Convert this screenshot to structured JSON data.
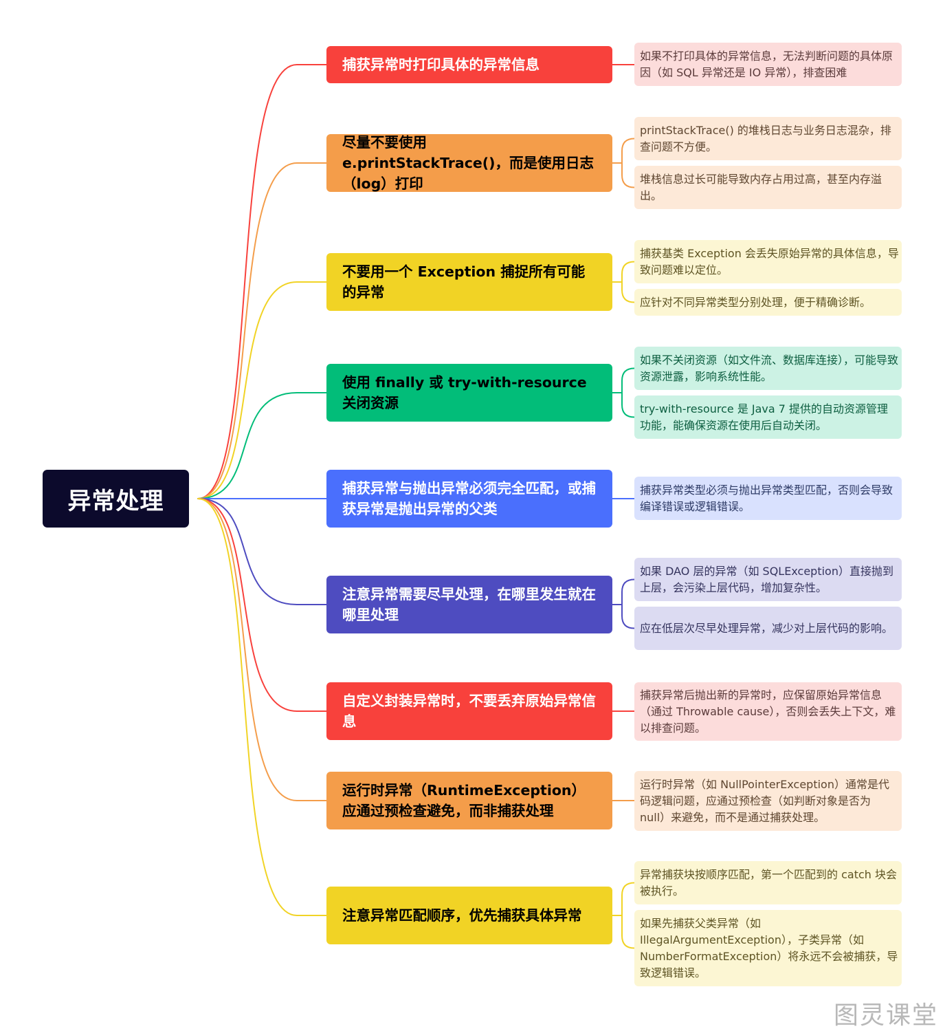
{
  "root": {
    "label": "异常处理",
    "color": "#0c0a2c"
  },
  "branches": [
    {
      "label": "捕获异常时打印具体的异常信息",
      "color": "#f8413c",
      "text_color": "#ffffff",
      "note_bg": "#fcdcdb",
      "note_text": "#5b3b3b",
      "notes": [
        "如果不打印具体的异常信息，无法判断问题的具体原因（如 SQL 异常还是 IO 异常），排查困难"
      ]
    },
    {
      "label": "尽量不要使用 e.printStackTrace()，而是使用日志（log）打印",
      "color": "#f49d4a",
      "text_color": "#000000",
      "note_bg": "#fde9d8",
      "note_text": "#5e4630",
      "notes": [
        "printStackTrace() 的堆栈日志与业务日志混杂，排查问题不方便。",
        "堆栈信息过长可能导致内存占用过高，甚至内存溢出。"
      ]
    },
    {
      "label": "不要用一个 Exception 捕捉所有可能的异常",
      "color": "#f1d325",
      "text_color": "#000000",
      "note_bg": "#fcf6d3",
      "note_text": "#5e5424",
      "notes": [
        "捕获基类 Exception 会丢失原始异常的具体信息，导致问题难以定位。",
        "应针对不同异常类型分别处理，便于精确诊断。"
      ]
    },
    {
      "label": "使用 finally 或 try-with-resource 关闭资源",
      "color": "#02bd79",
      "text_color": "#000000",
      "note_bg": "#ccf2e4",
      "note_text": "#0d5e40",
      "notes": [
        "如果不关闭资源（如文件流、数据库连接），可能导致资源泄露，影响系统性能。",
        "try-with-resource 是 Java 7 提供的自动资源管理功能，能确保资源在使用后自动关闭。"
      ]
    },
    {
      "label": "捕获异常与抛出异常必须完全匹配，或捕获异常是抛出异常的父类",
      "color": "#4a6ffd",
      "text_color": "#ffffff",
      "note_bg": "#d9e1fe",
      "note_text": "#2e3b66",
      "notes": [
        "捕获异常类型必须与抛出异常类型匹配，否则会导致编译错误或逻辑错误。"
      ]
    },
    {
      "label": "注意异常需要尽早处理，在哪里发生就在哪里处理",
      "color": "#4e4cc0",
      "text_color": "#ffffff",
      "note_bg": "#dcdbf2",
      "note_text": "#35345e",
      "notes": [
        "如果 DAO 层的异常（如 SQLException）直接抛到上层，会污染上层代码，增加复杂性。",
        "应在低层次尽早处理异常，减少对上层代码的影响。"
      ]
    },
    {
      "label": "自定义封装异常时，不要丢弃原始异常信息",
      "color": "#f8413c",
      "text_color": "#ffffff",
      "note_bg": "#fcdcdb",
      "note_text": "#5b3b3b",
      "notes": [
        "捕获异常后抛出新的异常时，应保留原始异常信息（通过 Throwable cause），否则会丢失上下文，难以排查问题。"
      ]
    },
    {
      "label": "运行时异常（RuntimeException）应通过预检查避免，而非捕获处理",
      "color": "#f49d4a",
      "text_color": "#000000",
      "note_bg": "#fde9d8",
      "note_text": "#5e4630",
      "notes": [
        "运行时异常（如 NullPointerException）通常是代码逻辑问题，应通过预检查（如判断对象是否为 null）来避免，而不是通过捕获处理。"
      ]
    },
    {
      "label": "注意异常匹配顺序，优先捕获具体异常",
      "color": "#f1d325",
      "text_color": "#000000",
      "note_bg": "#fcf6d3",
      "note_text": "#5e5424",
      "notes": [
        "异常捕获块按顺序匹配，第一个匹配到的 catch 块会被执行。",
        "如果先捕获父类异常（如 IllegalArgumentException），子类异常（如 NumberFormatException）将永远不会被捕获，导致逻辑错误。"
      ]
    }
  ],
  "watermark": "图灵课堂"
}
